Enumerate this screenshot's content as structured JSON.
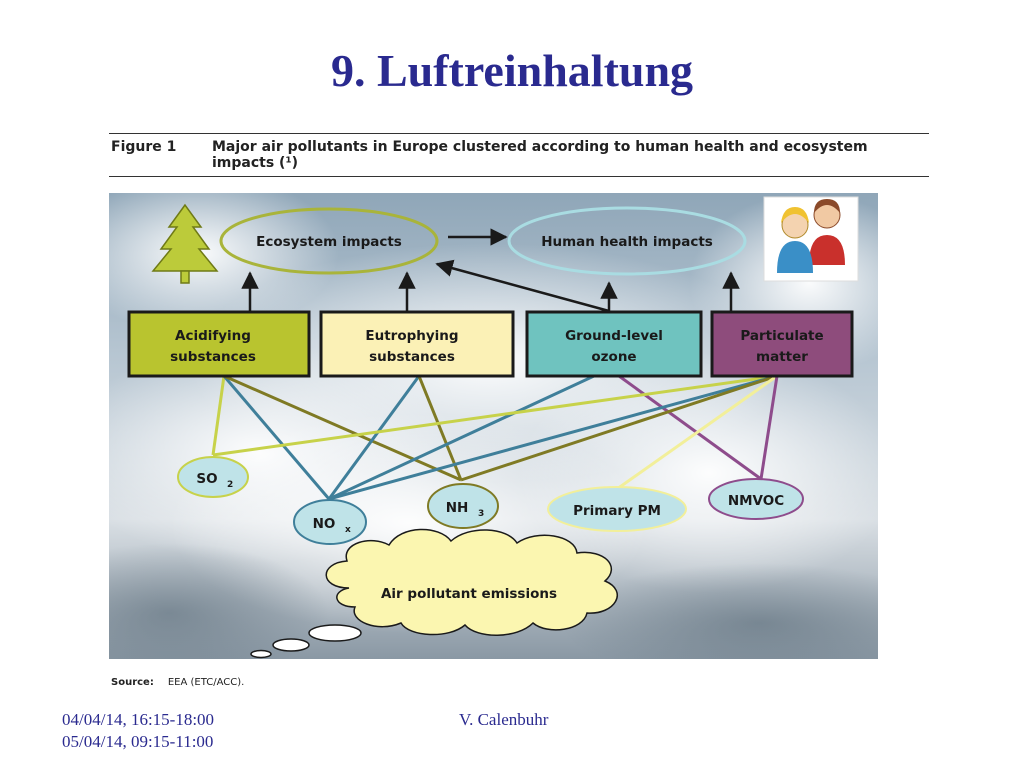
{
  "slide": {
    "title": "9. Luftreinhaltung",
    "footer_dates": [
      "04/04/14, 16:15-18:00",
      "05/04/14, 09:15-11:00"
    ],
    "footer_author": "V. Calenbuhr"
  },
  "figure": {
    "label": "Figure 1",
    "caption": "Major air pollutants in Europe clustered according to human health and ecosystem impacts (¹)",
    "source_label": "Source:",
    "source_text": "EEA (ETC/ACC)."
  },
  "diagram": {
    "impacts": {
      "ecosystem": "Ecosystem impacts",
      "health": "Human health impacts"
    },
    "categories": {
      "acidifying": [
        "Acidifying",
        "substances"
      ],
      "eutrophying": [
        "Eutrophying",
        "substances"
      ],
      "ozone": [
        "Ground-level",
        "ozone"
      ],
      "pm": [
        "Particulate",
        "matter"
      ]
    },
    "pollutants": {
      "so2": {
        "base": "SO",
        "sub": "2"
      },
      "nox": {
        "base": "NO",
        "sub": "x"
      },
      "nh3": {
        "base": "NH",
        "sub": "3"
      },
      "primary_pm": "Primary PM",
      "nmvoc": "NMVOC"
    },
    "emissions": "Air pollutant emissions",
    "colors": {
      "acidifying": "#b9c42f",
      "eutrophying": "#fbf1b6",
      "ozone": "#6fc3bf",
      "pm": "#8e4c7c",
      "line_acid": "#c7d24a",
      "line_blue": "#3f7f9a",
      "line_olive": "#7f7a24",
      "line_purple": "#8e4c8c",
      "line_yellow": "#f2ef9a",
      "oval_fill": "#bfe3e8",
      "emission_fill": "#fbf6b0",
      "title": "#2a2a8f"
    }
  }
}
